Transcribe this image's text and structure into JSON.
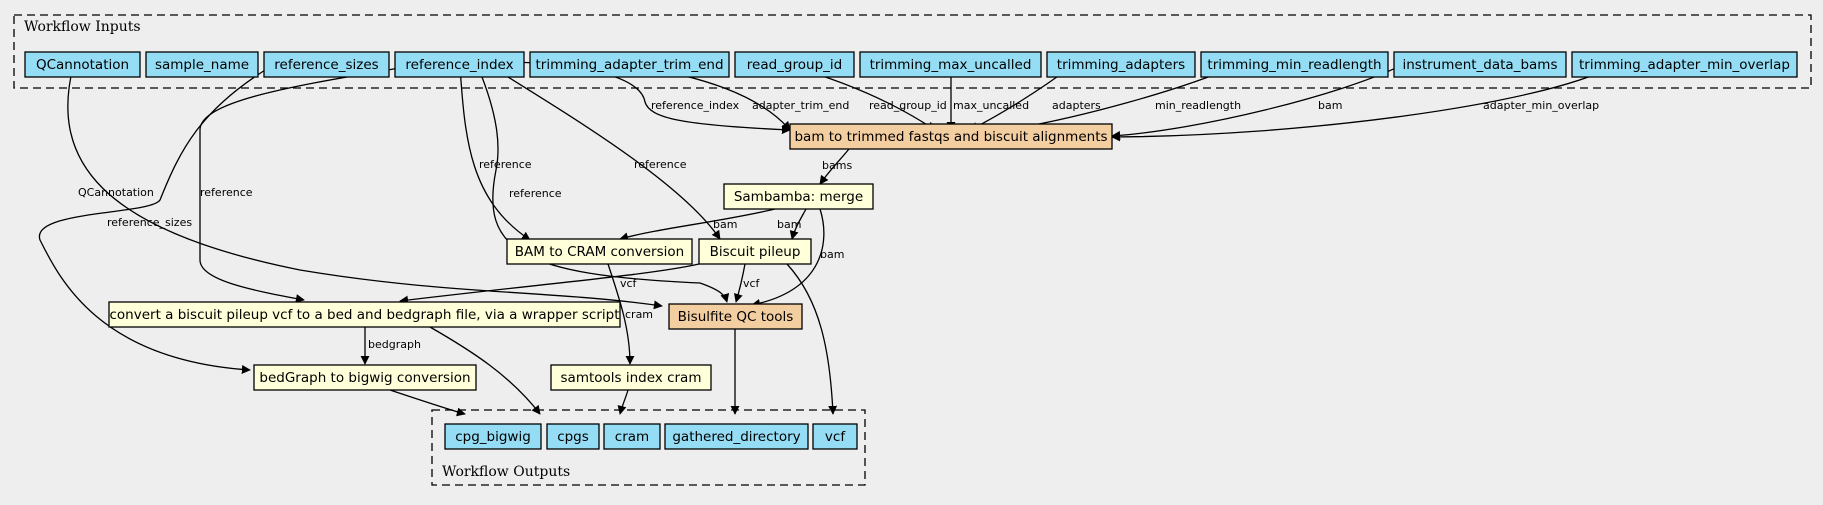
{
  "colors": {
    "background": "#eeeeee",
    "io_node": "#94ddf4",
    "step_tool": "#ffffd9",
    "step_subworkflow": "#f3cea1",
    "stroke": "#000000"
  },
  "clusters": {
    "inputs": "Workflow Inputs",
    "outputs": "Workflow Outputs"
  },
  "nodes": {
    "in_qcannotation": "QCannotation",
    "in_sample_name": "sample_name",
    "in_reference_sizes": "reference_sizes",
    "in_reference_index": "reference_index",
    "in_trimming_adapter_trim_end": "trimming_adapter_trim_end",
    "in_read_group_id": "read_group_id",
    "in_trimming_max_uncalled": "trimming_max_uncalled",
    "in_trimming_adapters": "trimming_adapters",
    "in_trimming_min_readlength": "trimming_min_readlength",
    "in_instrument_data_bams": "instrument_data_bams",
    "in_trimming_adapter_min_overlap": "trimming_adapter_min_overlap",
    "step_bam_to_trimmed": "bam to trimmed fastqs and biscuit alignments",
    "step_sambamba_merge": "Sambamba: merge",
    "step_bam_to_cram": "BAM to CRAM conversion",
    "step_biscuit_pileup": "Biscuit pileup",
    "step_convert_vcf": "convert a biscuit pileup vcf to a bed and bedgraph file, via a wrapper script",
    "step_bisulfite_qc": "Bisulfite QC tools",
    "step_bedgraph_to_bigwig": "bedGraph to bigwig conversion",
    "step_samtools_index": "samtools index cram",
    "out_cpg_bigwig": "cpg_bigwig",
    "out_cpgs": "cpgs",
    "out_cram": "cram",
    "out_gathered_directory": "gathered_directory",
    "out_vcf": "vcf"
  },
  "edge_labels": {
    "reference_index": "reference_index",
    "adapter_trim_end": "adapter_trim_end",
    "read_group_id": "read_group_id",
    "max_uncalled": "max_uncalled",
    "adapters": "adapters",
    "min_readlength": "min_readlength",
    "bam_in": "bam",
    "adapter_min_overlap": "adapter_min_overlap",
    "bams": "bams",
    "qcannotation": "QCannotation",
    "reference_sizes": "reference_sizes",
    "reference_convert": "reference",
    "reference_cram": "reference",
    "reference_qc": "reference",
    "reference_pileup": "reference",
    "bam_cram": "bam",
    "bam_pileup": "bam",
    "bam_qc": "bam",
    "vcf_convert": "vcf",
    "vcf_qc": "vcf",
    "cram_index": "cram",
    "bedgraph": "bedgraph"
  }
}
